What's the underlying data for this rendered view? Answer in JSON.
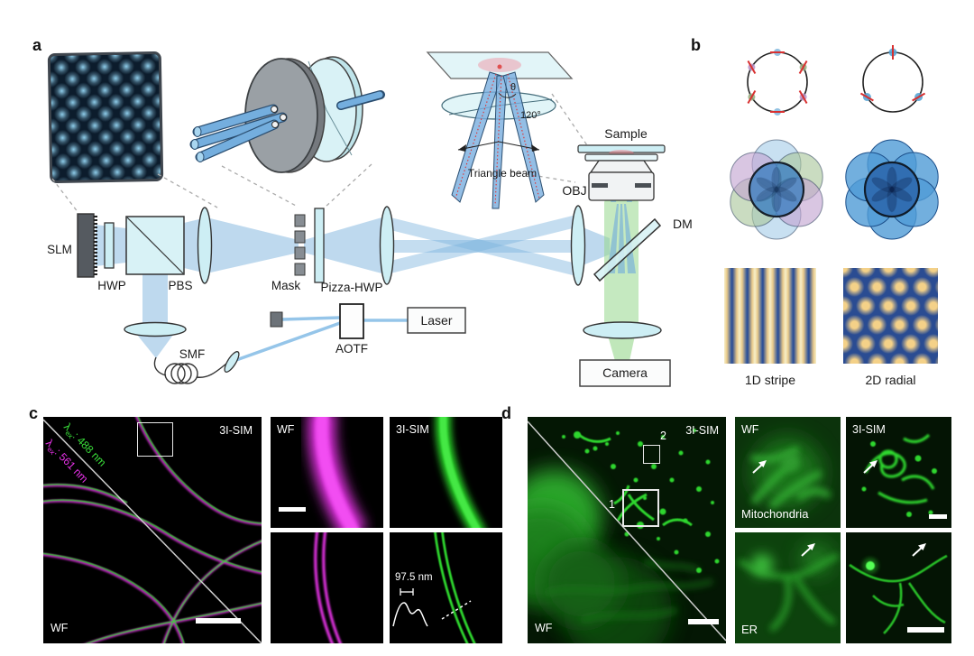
{
  "panels": {
    "a": {
      "letter": "a",
      "labels": {
        "slm": "SLM",
        "hwp": "HWP",
        "pbs": "PBS",
        "mask": "Mask",
        "pizza_hwp": "Pizza-HWP",
        "smf": "SMF",
        "aotf": "AOTF",
        "laser": "Laser",
        "camera": "Camera",
        "sample": "Sample",
        "obj": "OBJ",
        "dm": "DM",
        "triangle_beam": "Triangle beam",
        "theta": "θ",
        "cone_angle": "120°"
      }
    },
    "b": {
      "letter": "b",
      "labels": {
        "stripe": "1D stripe",
        "radial": "2D radial"
      }
    },
    "c": {
      "letter": "c",
      "main": {
        "method": "3I-SIM",
        "widefield": "WF",
        "lambda_green": {
          "symbol": "λ",
          "sub": "ex",
          "value": ": 488 nm"
        },
        "lambda_magenta": {
          "symbol": "λ",
          "sub": "ex",
          "value": ": 561 nm"
        }
      },
      "insets": {
        "wf": "WF",
        "sim": "3I-SIM",
        "measurement": "97.5 nm"
      }
    },
    "d": {
      "letter": "d",
      "main": {
        "method": "3I-SIM",
        "widefield": "WF",
        "roi1": "1",
        "roi2": "2"
      },
      "insets": {
        "wf": "WF",
        "sim": "3I-SIM",
        "mitochondria": "Mitochondria",
        "er": "ER"
      }
    }
  },
  "colors": {
    "beam_blue": "#7db4de",
    "optic_cyan": "#d6f1f5",
    "emission_green": "#b9e3b2",
    "channel_green": "#2ee02e",
    "channel_magenta": "#e832e8",
    "pattern_blue": "#2a4c92",
    "pattern_yellow": "#f4d188",
    "polarization_red": "#d83030"
  }
}
